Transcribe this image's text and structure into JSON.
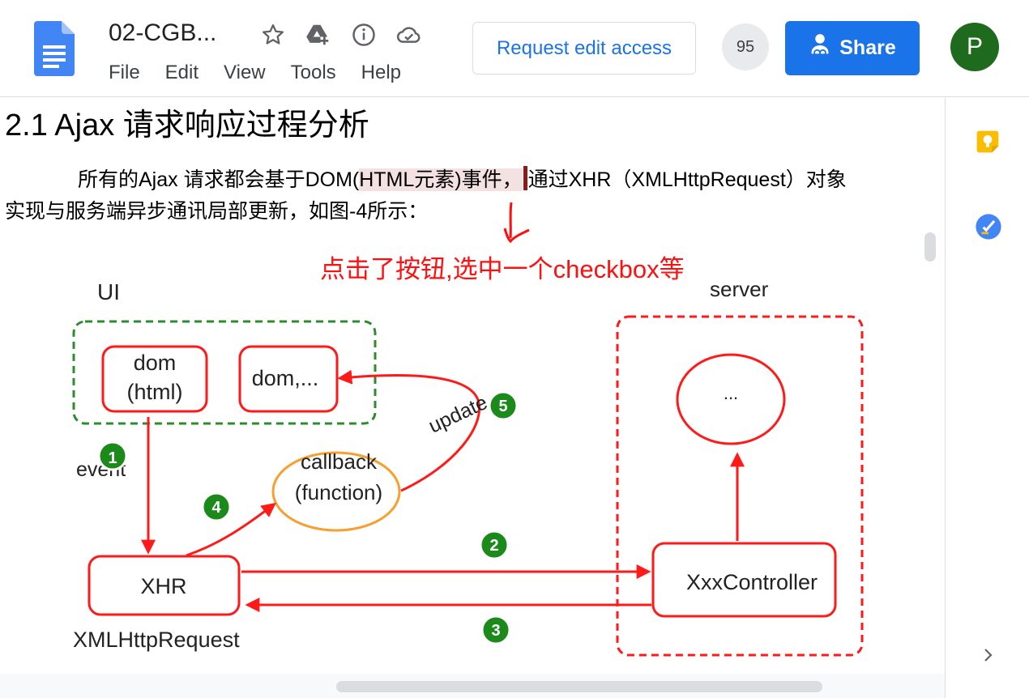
{
  "header": {
    "doc_title": "02-CGB...",
    "menu": [
      "File",
      "Edit",
      "View",
      "Tools",
      "Help"
    ],
    "request_edit_label": "Request edit access",
    "viewer_count": "95",
    "share_label": "Share",
    "avatar_initial": "P"
  },
  "document": {
    "heading": "2.1 Ajax 请求响应过程分析",
    "para_a": "所有的Ajax 请求都会基于DOM(",
    "para_hl": "HTML元素)事件，",
    "para_b": "通过XHR（XMLHttpRequest）对象",
    "para_line2": "实现与服务端异步通讯局部更新，如图-4所示：",
    "annotation": "点击了按钮,选中一个checkbox等"
  },
  "diagram": {
    "ui_label": "UI",
    "server_label": "server",
    "dom_html_l1": "dom",
    "dom_html_l2": "(html)",
    "dom_etc": "dom,...",
    "callback_l1": "callback",
    "callback_l2": "(function)",
    "update": "update",
    "event": "event",
    "xhr": "XHR",
    "xhr_full": "XMLHttpRequest",
    "controller": "XxxController",
    "server_node": "...",
    "steps": [
      "1",
      "2",
      "3",
      "4",
      "5"
    ]
  },
  "colors": {
    "accent_blue": "#1a73e8",
    "diagram_red": "#ff1a1a",
    "ui_border_green": "#2e8b2e",
    "callback_orange": "#f5a030",
    "step_green": "#1b8a1b",
    "annotation_red": "#ff1010"
  },
  "icons": [
    "docs-logo-icon",
    "star-icon",
    "drive-add-icon",
    "info-icon",
    "cloud-saved-icon",
    "share-person-icon",
    "keep-icon",
    "tasks-icon",
    "chevron-right-icon"
  ]
}
